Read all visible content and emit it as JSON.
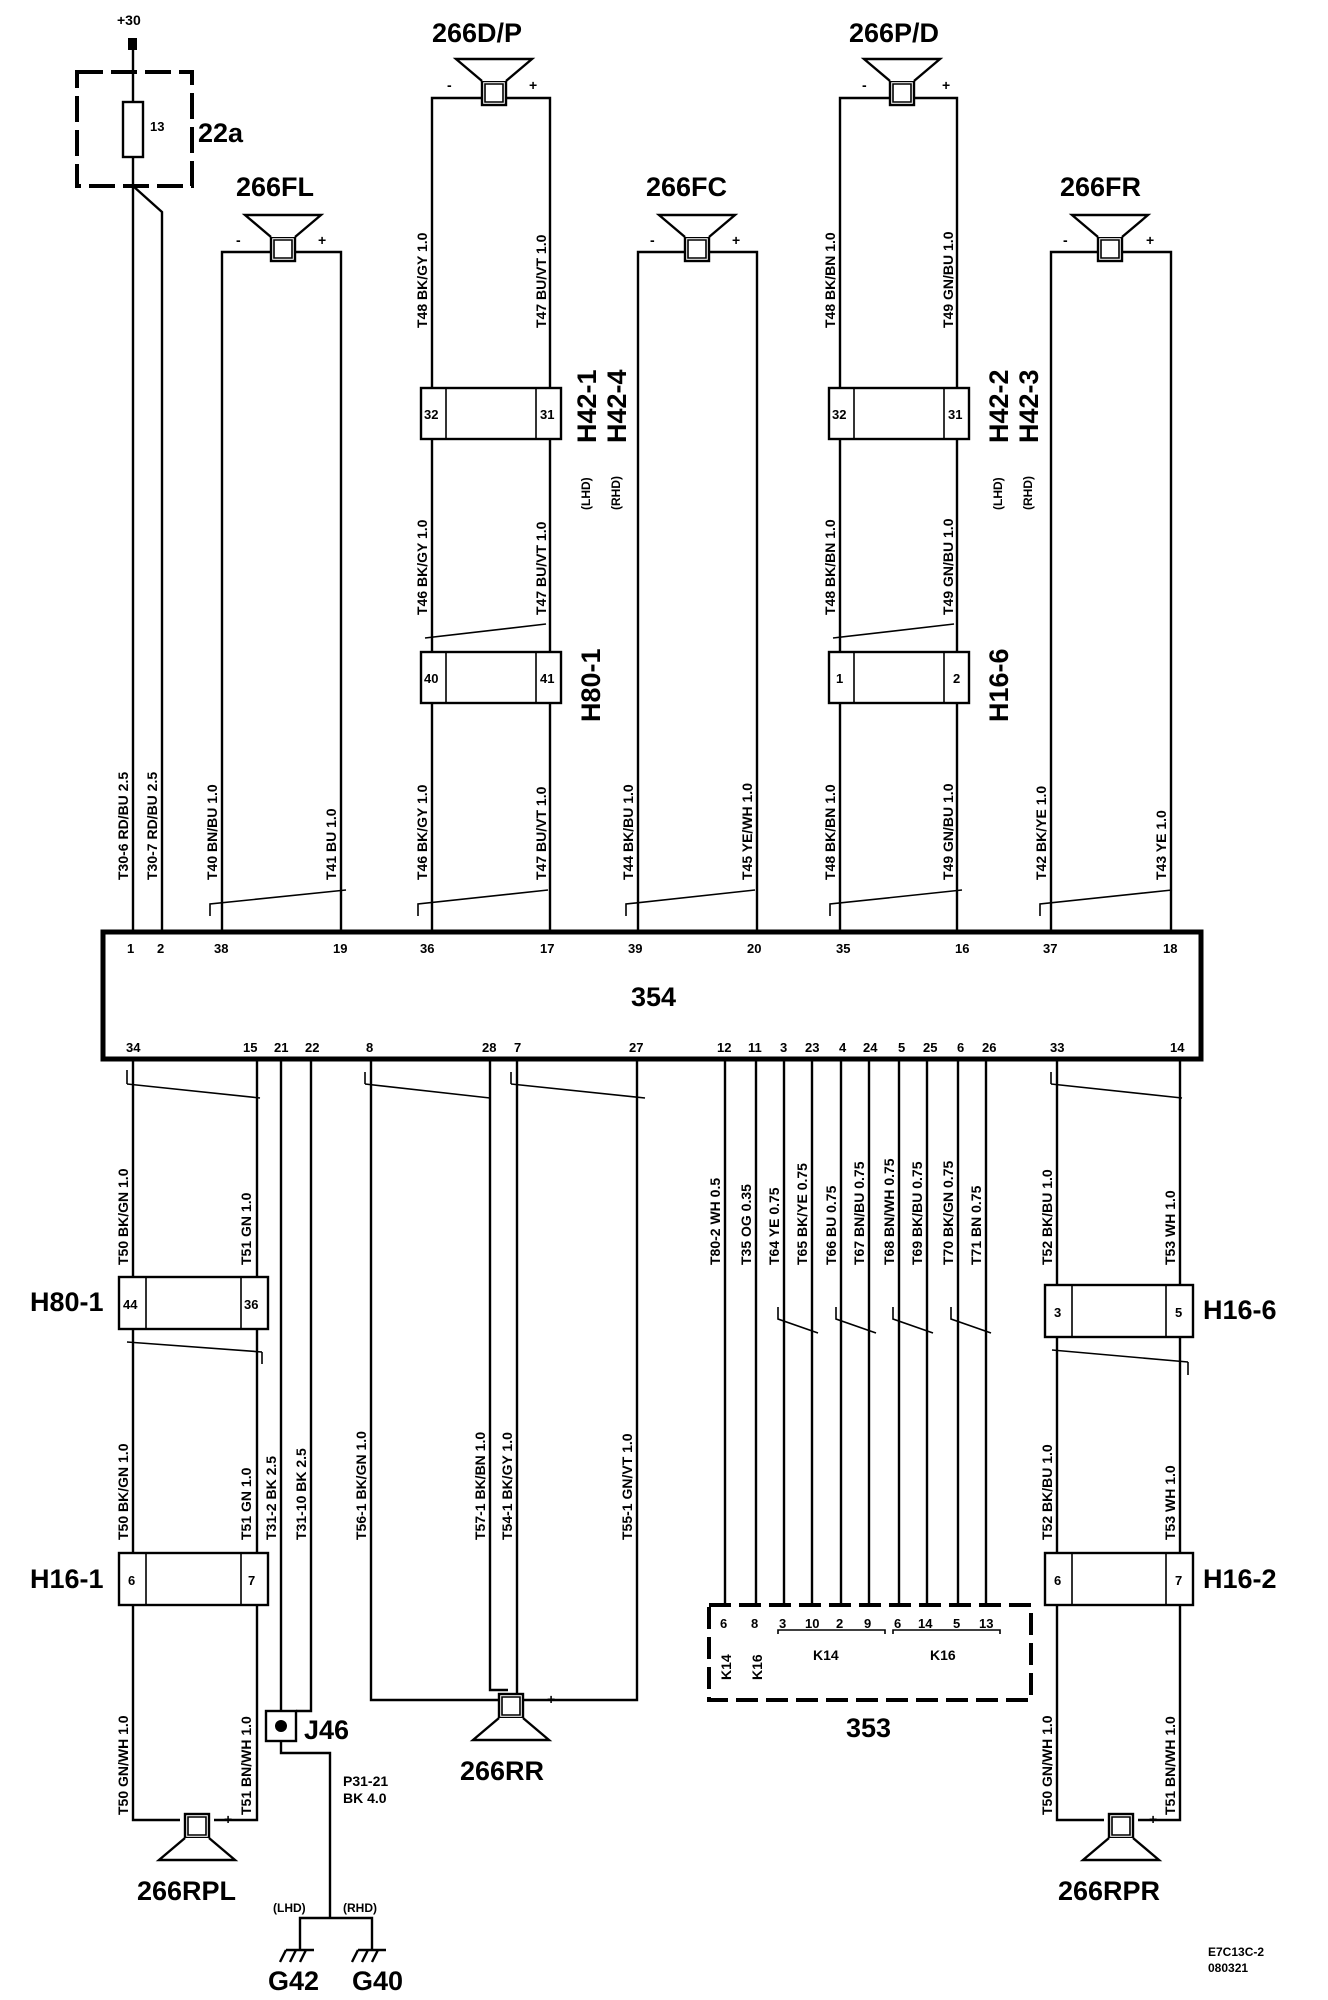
{
  "supply": {
    "label": "+30"
  },
  "fuse": {
    "name": "22a",
    "number": "13"
  },
  "module354": {
    "name": "354",
    "top_pins": [
      "1",
      "2",
      "38",
      "19",
      "36",
      "17",
      "39",
      "20",
      "35",
      "16",
      "37",
      "18"
    ],
    "bottom_pins": [
      "34",
      "15",
      "21",
      "22",
      "8",
      "28",
      "7",
      "27",
      "12",
      "11",
      "3",
      "23",
      "4",
      "24",
      "5",
      "25",
      "6",
      "26",
      "33",
      "14"
    ]
  },
  "speakers": [
    {
      "name": "266D/P",
      "neg": "-",
      "pos": "+"
    },
    {
      "name": "266P/D",
      "neg": "-",
      "pos": "+"
    },
    {
      "name": "266FL",
      "neg": "-",
      "pos": "+"
    },
    {
      "name": "266FC",
      "neg": "-",
      "pos": "+"
    },
    {
      "name": "266FR",
      "neg": "-",
      "pos": "+"
    },
    {
      "name": "266RR",
      "neg": "-",
      "pos": "+"
    },
    {
      "name": "266RPL",
      "neg": "-",
      "pos": "+"
    },
    {
      "name": "266RPR",
      "neg": "-",
      "pos": "+"
    }
  ],
  "connectors": [
    {
      "name": "H42-1",
      "alt": "H42-4",
      "note": "(LHD)",
      "alt_note": "(RHD)",
      "pins": [
        "32",
        "31"
      ]
    },
    {
      "name": "H42-2",
      "alt": "H42-3",
      "note": "(LHD)",
      "alt_note": "(RHD)",
      "pins": [
        "32",
        "31"
      ]
    },
    {
      "name": "H80-1",
      "pins": [
        "40",
        "41"
      ]
    },
    {
      "name": "H16-6",
      "pins": [
        "1",
        "2"
      ]
    },
    {
      "name": "H80-1",
      "pins": [
        "44",
        "36"
      ]
    },
    {
      "name": "H16-1",
      "pins": [
        "6",
        "7"
      ]
    },
    {
      "name": "H16-6",
      "pins": [
        "3",
        "5"
      ]
    },
    {
      "name": "H16-2",
      "pins": [
        "6",
        "7"
      ]
    }
  ],
  "wire_labels": [
    "T48 BK/GY 1.0",
    "T47 BU/VT 1.0",
    "T48 BK/BN 1.0",
    "T49 GN/BU 1.0",
    "T46 BK/GY 1.0",
    "T47 BU/VT 1.0",
    "T48 BK/BN 1.0",
    "T49 GN/BU 1.0",
    "T30-6 RD/BU 2.5",
    "T30-7 RD/BU 2.5",
    "T40 BN/BU 1.0",
    "T41 BU 1.0",
    "T46 BK/GY 1.0",
    "T47 BU/VT 1.0",
    "T44 BK/BU 1.0",
    "T45 YE/WH 1.0",
    "T48 BK/BN 1.0",
    "T49 GN/BU 1.0",
    "T42 BK/YE 1.0",
    "T43 YE 1.0",
    "T50 BK/GN 1.0",
    "T51 GN 1.0",
    "T80-2 WH 0.5",
    "T35 OG 0.35",
    "T64 YE 0.75",
    "T65 BK/YE 0.75",
    "T66 BU 0.75",
    "T67 BN/BU 0.75",
    "T68 BN/WH 0.75",
    "T69 BK/BU 0.75",
    "T70 BK/GN 0.75",
    "T71 BN 0.75",
    "T52 BK/BU 1.0",
    "T53 WH 1.0",
    "T50 BK/GN 1.0",
    "T51 GN 1.0",
    "T31-2 BK 2.5",
    "T31-10 BK 2.5",
    "T56-1 BK/GN 1.0",
    "T57-1 BK/BN 1.0",
    "T54-1 BK/GY 1.0",
    "T55-1 GN/VT 1.0",
    "T52 BK/BU 1.0",
    "T53 WH 1.0",
    "T50 GN/WH 1.0",
    "T51 BN/WH 1.0",
    "T50 GN/WH 1.0",
    "T51 BN/WH 1.0"
  ],
  "module353": {
    "name": "353",
    "pins": [
      "6",
      "8",
      "3",
      "10",
      "2",
      "9",
      "6",
      "14",
      "5",
      "13"
    ],
    "tags": [
      "K14",
      "K16",
      "K14",
      "K16"
    ]
  },
  "splice": {
    "name": "J46"
  },
  "ground_wire": {
    "id": "P31-21",
    "spec": "BK 4.0"
  },
  "grounds": {
    "lhd": "(LHD)",
    "rhd": "(RHD)",
    "g1": "G42",
    "g2": "G40"
  },
  "footer": {
    "code": "E7C13C-2",
    "date": "080321"
  }
}
